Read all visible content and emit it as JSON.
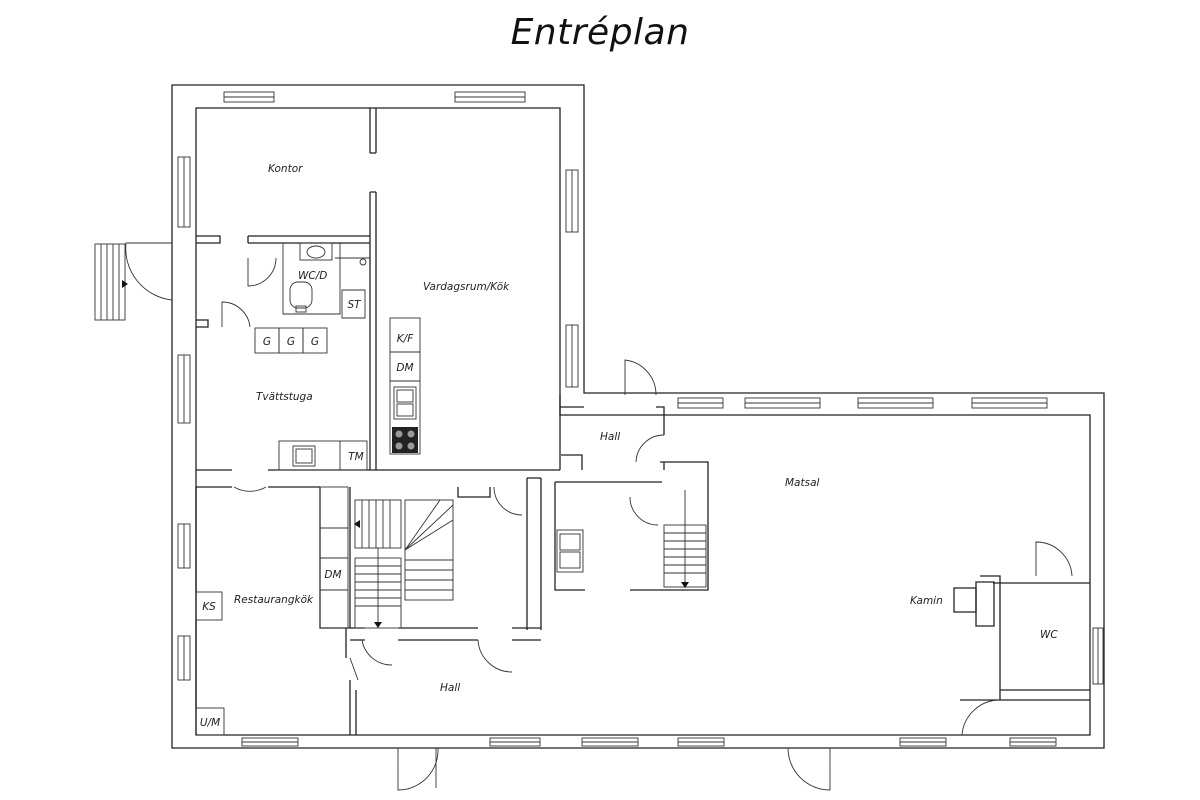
{
  "title": "Entréplan",
  "rooms": {
    "kontor": "Kontor",
    "wc_d": "WC/D",
    "vardagsrum_kok": "Vardagsrum/Kök",
    "tvattstuga": "Tvättstuga",
    "hall_upper": "Hall",
    "matsal": "Matsal",
    "restaurangkok": "Restaurangkök",
    "hall_lower": "Hall",
    "kamin": "Kamin",
    "wc": "WC"
  },
  "fixtures": {
    "st": "ST",
    "kf": "K/F",
    "dm_kitchen": "DM",
    "g1": "G",
    "g2": "G",
    "g3": "G",
    "tm": "TM",
    "dm_restaurant": "DM",
    "ks": "KS",
    "um": "U/M"
  }
}
